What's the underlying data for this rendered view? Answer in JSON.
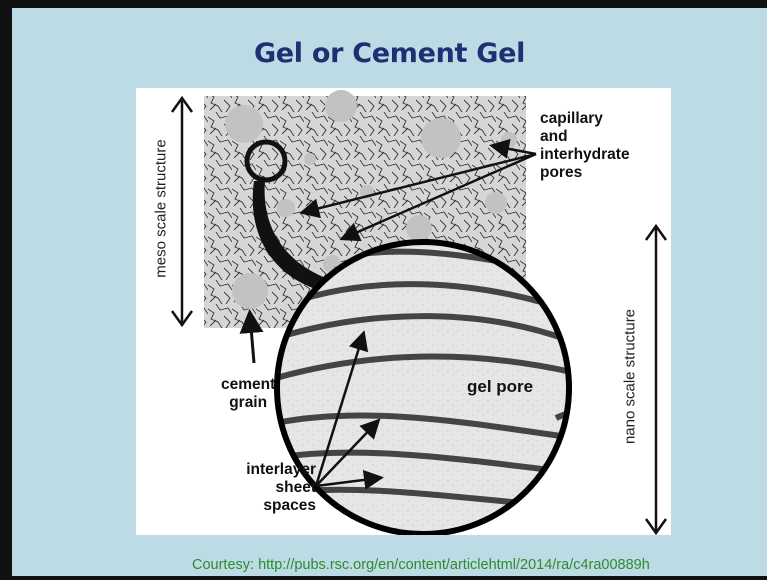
{
  "slide": {
    "title": "Gel or Cement Gel",
    "courtesy": "Courtesy: http://pubs.rsc.org/en/content/articlehtml/2014/ra/c4ra00889h"
  },
  "diagram": {
    "labels": {
      "capillary_line1": "capillary",
      "capillary_line2": "and",
      "capillary_line3": "interhydrate",
      "capillary_line4": "pores",
      "cement_line1": "cement",
      "cement_line2": "grain",
      "interlayer_line1": "interlayer",
      "interlayer_line2": "sheet",
      "interlayer_line3": "spaces",
      "gel_pore": "gel pore",
      "meso": "meso scale structure",
      "nano": "nano scale structure"
    }
  },
  "colors": {
    "background": "#bcdbe4",
    "title": "#1e2f74",
    "courtesy": "#2f8b2f"
  }
}
